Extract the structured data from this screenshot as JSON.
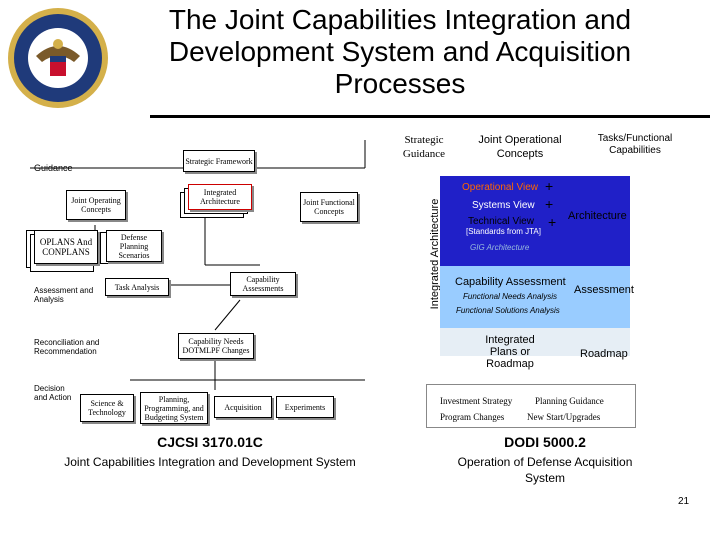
{
  "title": "The Joint Capabilities Integration and Development System and Acquisition Processes",
  "left": {
    "strategic_framework": "Strategic Framework",
    "guidance": "Guidance",
    "joint_operating_concepts": "Joint Operating Concepts",
    "integrated_architecture": "Integrated Architecture",
    "joint_functional_concepts": "Joint Functional Concepts",
    "oplans": "OPLANS And CONPLANS",
    "defense_planning": "Defense Planning Scenarios",
    "assessment_analysis": "Assessment and Analysis",
    "task_analysis": "Task Analysis",
    "capability_assessments": "Capability Assessments",
    "reconciliation": "Reconciliation and Recommendation",
    "capability_needs": "Capability Needs DOTMLPF Changes",
    "decision_action": "Decision and Action",
    "science_technology": "Science & Technology",
    "ppbs": "Planning, Programming, and Budgeting System",
    "acquisition": "Acquisition",
    "experiments": "Experiments",
    "caption": "CJCSI 3170.01C",
    "subcaption": "Joint Capabilities Integration and Development System"
  },
  "right": {
    "vertical_label": "Integrated Architecture",
    "col_strategic": "Strategic Guidance",
    "col_joint_op": "Joint Operational Concepts",
    "col_tasks": "Tasks/Functional Capabilities",
    "operational_view": "Operational View",
    "systems_view": "Systems View",
    "technical_view": "Technical View",
    "standards": "[Standards from JTA]",
    "architecture": "Architecture",
    "gig": "GIG Architecture",
    "capability_assessment": "Capability Assessment",
    "assessment": "Assessment",
    "functional_needs": "Functional Needs Analysis",
    "functional_solutions": "Functional Solutions Analysis",
    "integrated_plans": "Integrated Plans or Roadmap",
    "roadmap": "Roadmap",
    "investment_strategy": "Investment Strategy",
    "planning_guidance": "Planning Guidance",
    "program_changes": "Program Changes",
    "new_start": "New Start/Upgrades",
    "caption": "DODI 5000.2",
    "subcaption": "Operation of Defense Acquisition System",
    "plus": "+"
  },
  "page_number": "21",
  "colors": {
    "blue_dark": "#2020c8",
    "blue_light": "#99ccff",
    "panel_gray": "#e6eef5",
    "seal_blue": "#1f3a7a",
    "seal_gold": "#d4b04a"
  }
}
